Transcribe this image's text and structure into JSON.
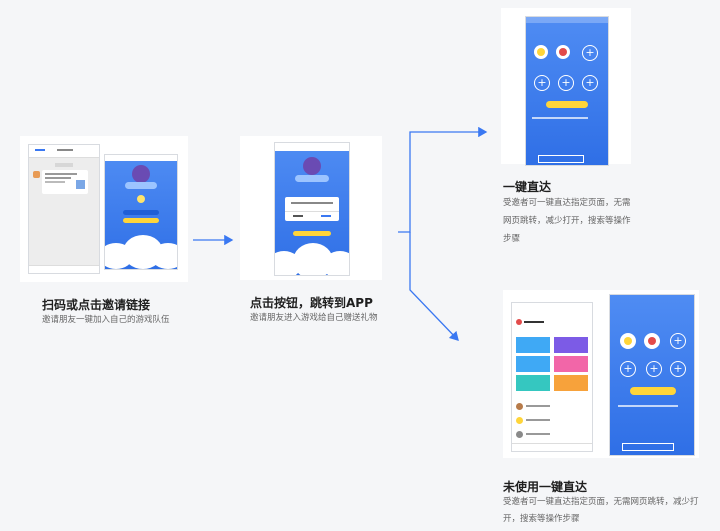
{
  "steps": [
    {
      "title": "扫码或点击邀请链接",
      "desc": "邀请朋友一键加入自己的游戏队伍"
    },
    {
      "title": "点击按钮，跳转到APP",
      "desc": "邀请朋友进入游戏给自己赠送礼物"
    },
    {
      "title": "一键直达",
      "desc_lines": [
        "受邀者可一键直达指定页面，无需",
        "网页跳转，减少打开，搜索等操作",
        "步骤"
      ]
    },
    {
      "title": "未使用一键直达",
      "desc_lines": [
        "受邀者可一键直达指定页面，无需网页跳转，减少打",
        "开，搜索等操作步骤"
      ]
    }
  ],
  "colors": {
    "accent": "#3a78f2",
    "yellow": "#ffd53a",
    "background": "#f5f6f8"
  },
  "icons": [
    "plus-icon",
    "arrow-right-icon",
    "avatar-icon"
  ]
}
